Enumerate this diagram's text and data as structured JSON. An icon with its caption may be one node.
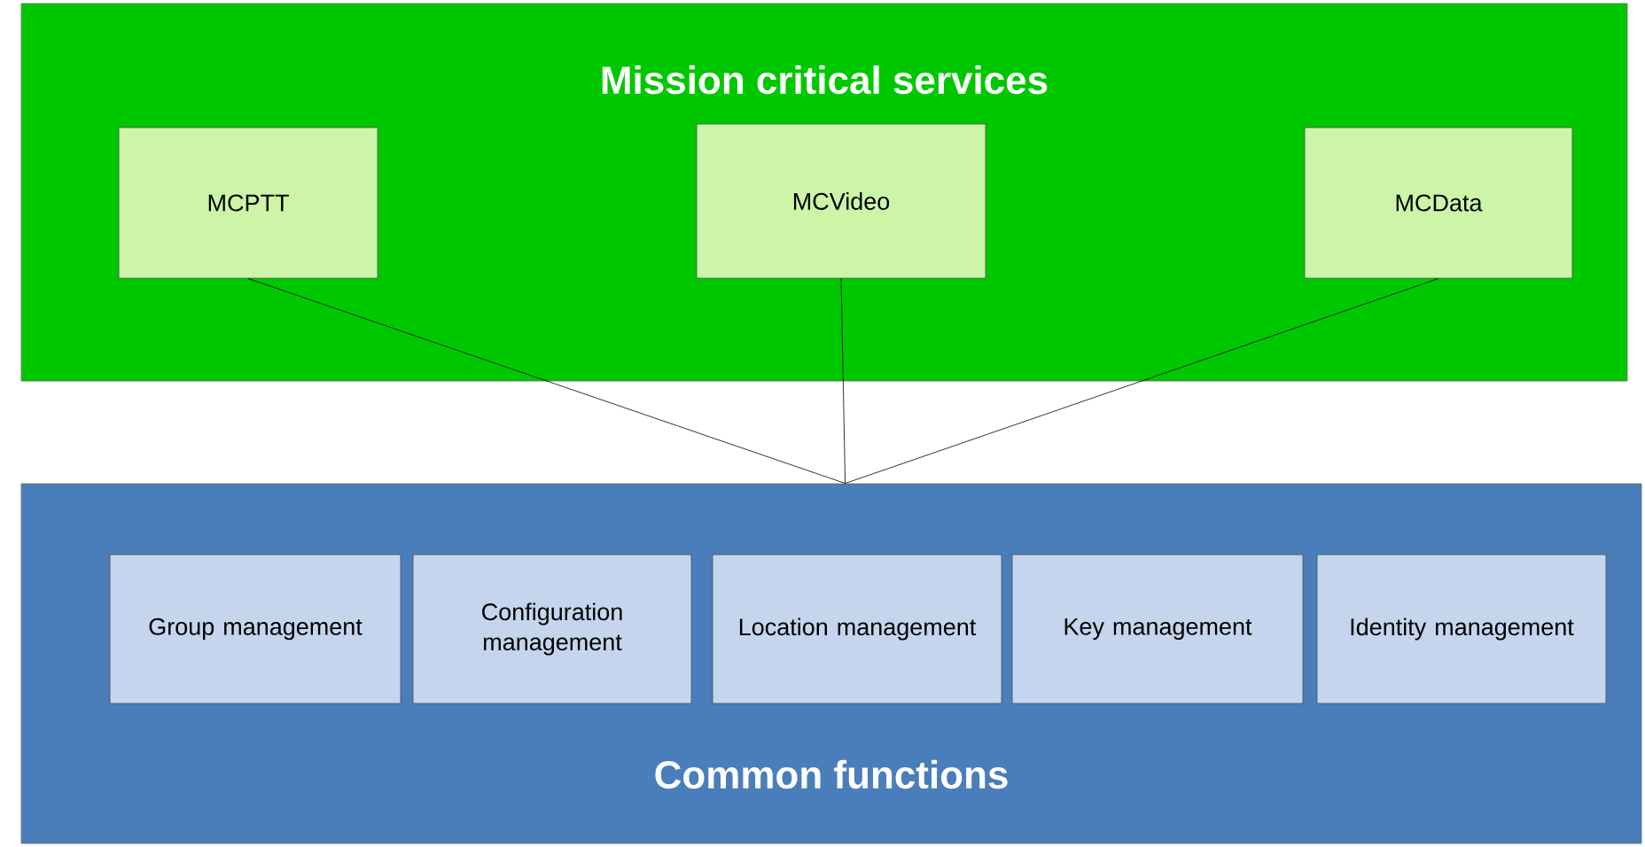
{
  "diagram": {
    "nodes": [
      {
        "text": [
          "Mission critical services"
        ]
      },
      {
        "text": [
          "MCPTT"
        ],
        "in": 0
      },
      {
        "text": [
          "MCVideo"
        ],
        "in": 0
      },
      {
        "text": [
          "MCData"
        ],
        "in": 0
      },
      {
        "text": [
          "Common functions"
        ]
      },
      {
        "text": [
          "Group management"
        ],
        "in": 4
      },
      {
        "text": [
          "Configuration management"
        ],
        "in": 4
      },
      {
        "text": [
          "Location management"
        ],
        "in": 4
      },
      {
        "text": [
          "Key management"
        ],
        "in": 4
      },
      {
        "text": [
          "Identity management"
        ],
        "in": 4
      }
    ],
    "edges": [
      {
        "from": 1,
        "to": 4,
        "arrow": "none"
      },
      {
        "from": 2,
        "to": 4,
        "arrow": "none"
      },
      {
        "from": 3,
        "to": 4,
        "arrow": "none"
      }
    ]
  }
}
